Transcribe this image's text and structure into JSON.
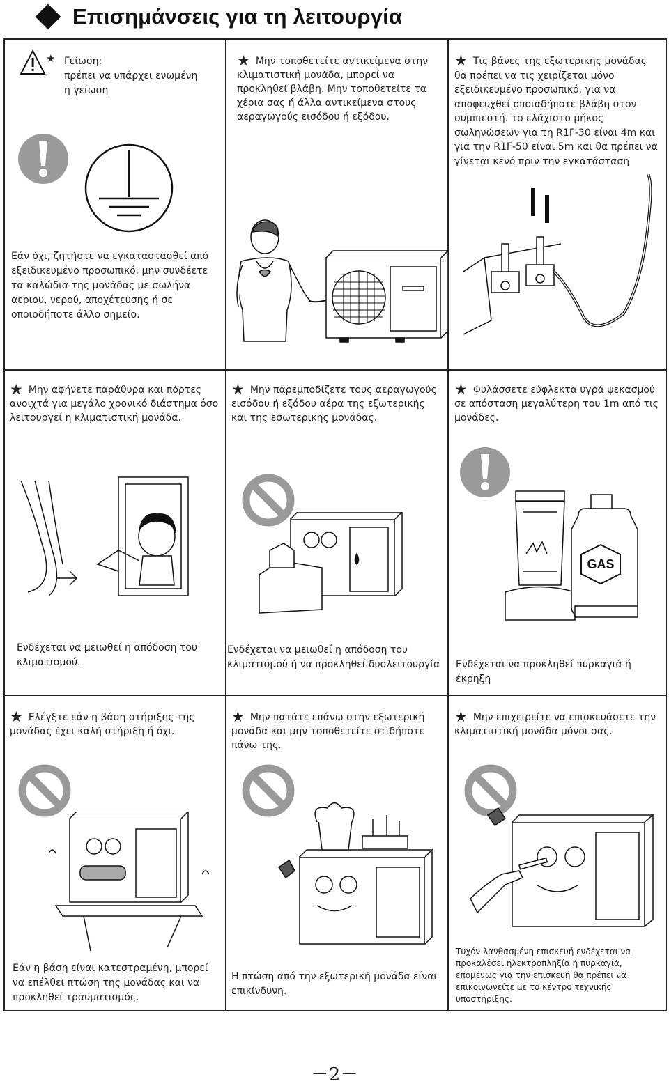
{
  "page": {
    "title": "Επισημάνσεις για τη λειτουργία",
    "page_number": "－2－"
  },
  "grounding": {
    "heading": "Γείωση:",
    "line2": "πρέπει να υπάρχει ενωμένη",
    "line3": "η γείωση",
    "text": "Εάν όχι, ζητήστε να εγκαταστασθεί από εξειδικευμένο προσωπικό. μην συνδέετε τα καλώδια της μονάδας με σωλήνα αεριου, νερού, αποχέτευσης ή σε οποιοδήποτε άλλο σημείο."
  },
  "objects": {
    "text": "Μην τοποθετείτε αντικείμενα στην κλιματιστική μονάδα, μπορεί να προκληθεί βλάβη. Μην τοποθετείτε τα χέρια σας ή άλλα αντικείμενα στους αεραγωγούς εισόδου ή εξόδου."
  },
  "valves": {
    "text": "Τις βάνες της εξωτερικης μονάδας θα πρέπει να τις χειρίζεται μόνο εξειδικευμένο προσωπικό, για να αποφευχθεί οποιαδήποτε βλάβη στον συμπιεστή. το ελάχιστο μήκος σωληνώσεων για τη R1F-30 είναι 4m και για την  R1F-50 είναι 5m και θα πρέπει να γίνεται κενό πριν την εγκατάσταση"
  },
  "windows": {
    "text": "Μην αφήνετε παράθυρα και πόρτες ανοιχτά για μεγάλο χρονικό διάστημα όσο λειτουργεί η κλιματιστική μονάδα.",
    "caption": "Ενδέχεται να μειωθεί η απόδοση του κλιματισμού."
  },
  "airflow": {
    "text": "Μην παρεμποδίζετε τους αεραγωγούς εισόδου ή εξόδου αέρα της εξωτερικής και της εσωτερικής μονάδας.",
    "caption": "Ενδέχεται να μειωθεί η απόδοση του κλιματισμού ή να προκληθεί δυσλειτουργία"
  },
  "flammables": {
    "text": "Φυλάσσετε εύφλεκτα υγρά ψεκασμού σε απόσταση μεγαλύτερη του 1m από τις μονάδες.",
    "caption": "Ενδέχεται να προκληθεί πυρκαγιά ή έκρηξη",
    "gas_label": "GAS"
  },
  "base": {
    "text": "Ελέγξτε εάν η βάση στήριξης της μονάδας έχει καλή στήριξη ή όχι.",
    "caption": "Εάν η βάση είναι κατεστραμένη, μπορεί να επέλθει πτώση της μονάδας και να προκληθεί τραυματισμός."
  },
  "stepping": {
    "text": "Μην πατάτε επάνω στην εξωτερική μονάδα και μην τοποθετείτε οτιδήποτε πάνω της.",
    "caption": "Η πτώση από την εξωτερική μονάδα είναι επικίνδυνη."
  },
  "repair": {
    "text": "Μην επιχειρείτε να επισκευάσετε την κλιματιστική μονάδα μόνοι σας.",
    "caption": "Τυχόν λανθασμένη επισκευή ενδέχεται να προκαλέσει ηλεκτροπληξία ή πυρκαγιά, επομένως για την επισκευή θα πρέπει να επικοινωνείτε με το κέντρο τεχνικής υποστήριξης."
  },
  "icons": {
    "star": "★",
    "warning": "warning-triangle-icon",
    "exclamation": "exclamation-circle-icon",
    "ground": "ground-symbol-icon",
    "prohibited": "prohibited-icon"
  },
  "colors": {
    "icon_gray": "#9a9a9a",
    "line": "#222222",
    "text": "#231f20"
  }
}
